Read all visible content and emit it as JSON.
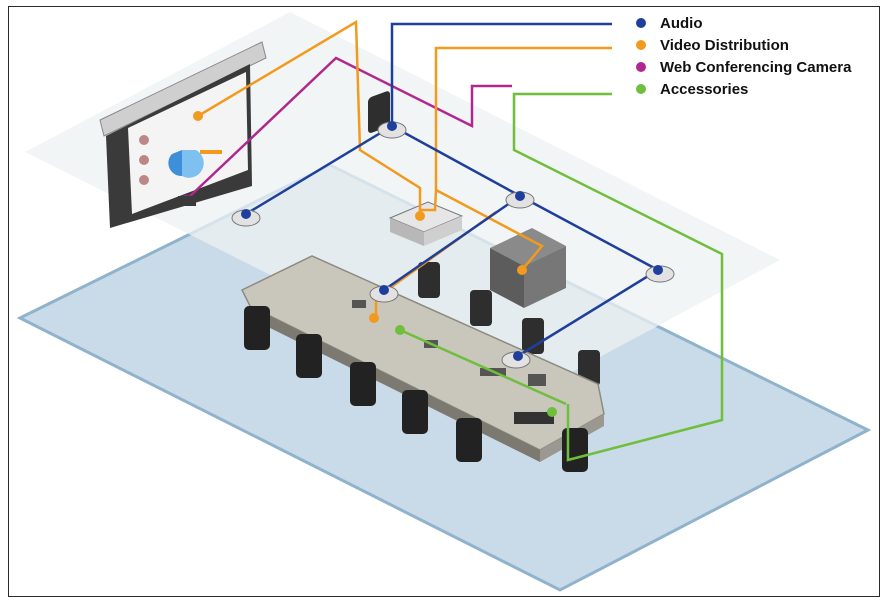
{
  "legend": [
    {
      "key": "audio",
      "label": "Audio",
      "color": "#1f3f9c"
    },
    {
      "key": "video",
      "label": "Video Distribution",
      "color": "#f29a1d"
    },
    {
      "key": "camera",
      "label": "Web Conferencing Camera",
      "color": "#b0278f"
    },
    {
      "key": "accessories",
      "label": "Accessories",
      "color": "#6fbe3c"
    }
  ],
  "colors": {
    "floor": "#c9dbe8",
    "floor_edge": "#8fb3cc",
    "ceiling": "#eef1f3",
    "table_top": "#c9c7bc",
    "chair": "#2a2a2a",
    "equipment": "#d8d8d8"
  },
  "icons": {
    "microphone": "ceiling-microphone-icon",
    "projector": "projector-icon",
    "camera": "camera-icon",
    "rack": "equipment-rack-icon",
    "touch_panel": "touch-panel-icon"
  }
}
